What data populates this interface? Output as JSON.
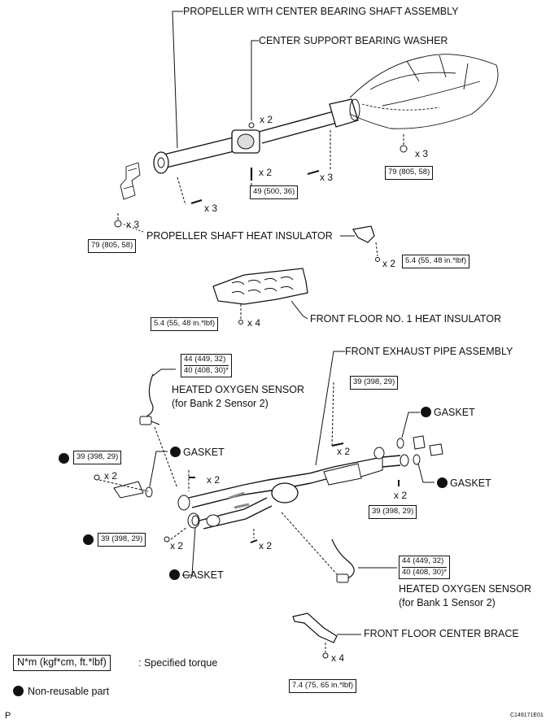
{
  "labels": {
    "propeller_assembly": "PROPELLER WITH CENTER BEARING SHAFT ASSEMBLY",
    "bearing_washer": "CENTER SUPPORT BEARING WASHER",
    "propeller_heat_insulator": "PROPELLER SHAFT HEAT INSULATOR",
    "front_floor_heat_insulator": "FRONT FLOOR NO. 1 HEAT INSULATOR",
    "front_exhaust_pipe": "FRONT EXHAUST PIPE ASSEMBLY",
    "heated_o2_bank2_line1": "HEATED OXYGEN SENSOR",
    "heated_o2_bank2_line2": "(for Bank 2 Sensor 2)",
    "heated_o2_bank1_line1": "HEATED OXYGEN SENSOR",
    "heated_o2_bank1_line2": "(for Bank 1 Sensor 2)",
    "gasket": "GASKET",
    "front_floor_center_brace": "FRONT FLOOR CENTER BRACE"
  },
  "quantities": {
    "x2": "x 2",
    "x3": "x 3",
    "x4": "x 4"
  },
  "torques": {
    "t_79": "79 (805, 58)",
    "t_49": "49 (500, 36)",
    "t_54": "5.4 (55, 48 in.*lbf)",
    "t_44": "44 (449, 32)",
    "t_40": "40 (408, 30)*",
    "t_39": "39 (398, 29)",
    "t_74": "7.4 (75, 65 in.*lbf)"
  },
  "legend": {
    "torque_box": "N*m (kgf*cm, ft.*lbf)",
    "torque_desc": ": Specified torque",
    "nonreusable": "Non-reusable part"
  },
  "corner": {
    "left": "P",
    "right": "C149171E01"
  },
  "colors": {
    "ink": "#111111",
    "paper": "#ffffff",
    "shade": "#8a8a8a"
  }
}
